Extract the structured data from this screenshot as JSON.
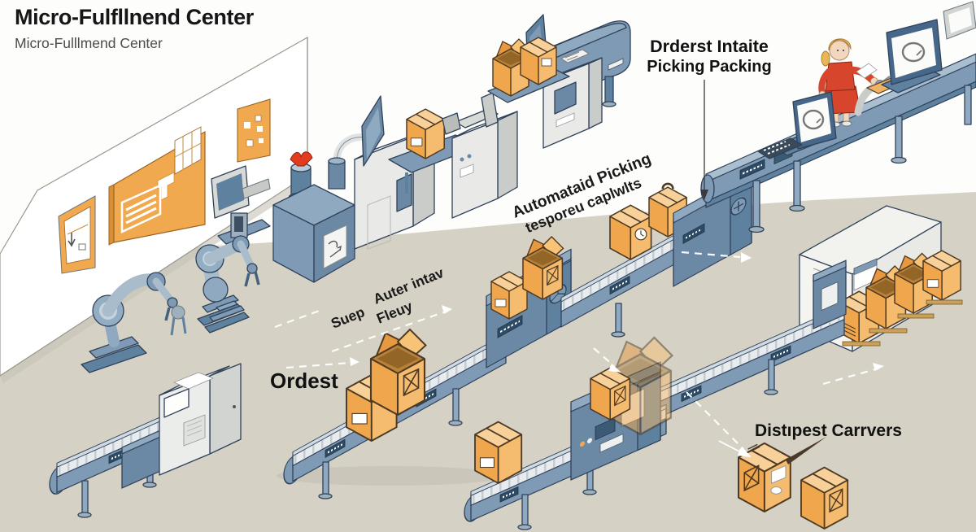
{
  "header": {
    "title": "Micro-Fulfllnend Center",
    "subtitle": "Micro-Fulllmend Center"
  },
  "labels": {
    "order_intake": {
      "line1": "Drderst Intaite",
      "line2": "Picking Packing"
    },
    "automated_picking": {
      "line1": "Automataid Picking",
      "line2": "tesporeu caplwlts"
    },
    "note_suep": "Suep",
    "note_auter_intav": "Auter intav",
    "note_fleuy": "Fleuy",
    "orders": "Ordest",
    "dispatch": "Distıpest Carrvers"
  },
  "colors": {
    "floor": "#d5d1c5",
    "wall": "#ffffff",
    "machine_blue": "#7e9ab4",
    "machine_blue_dark": "#5e81a0",
    "machine_blue_light": "#8fa9c0",
    "machine_gray": "#e9eae7",
    "carton_orange": "#efa64c",
    "carton_orange_light": "#f5bb6e",
    "accent_red": "#d7452c",
    "outline": "#30425a",
    "text": "#161616"
  }
}
